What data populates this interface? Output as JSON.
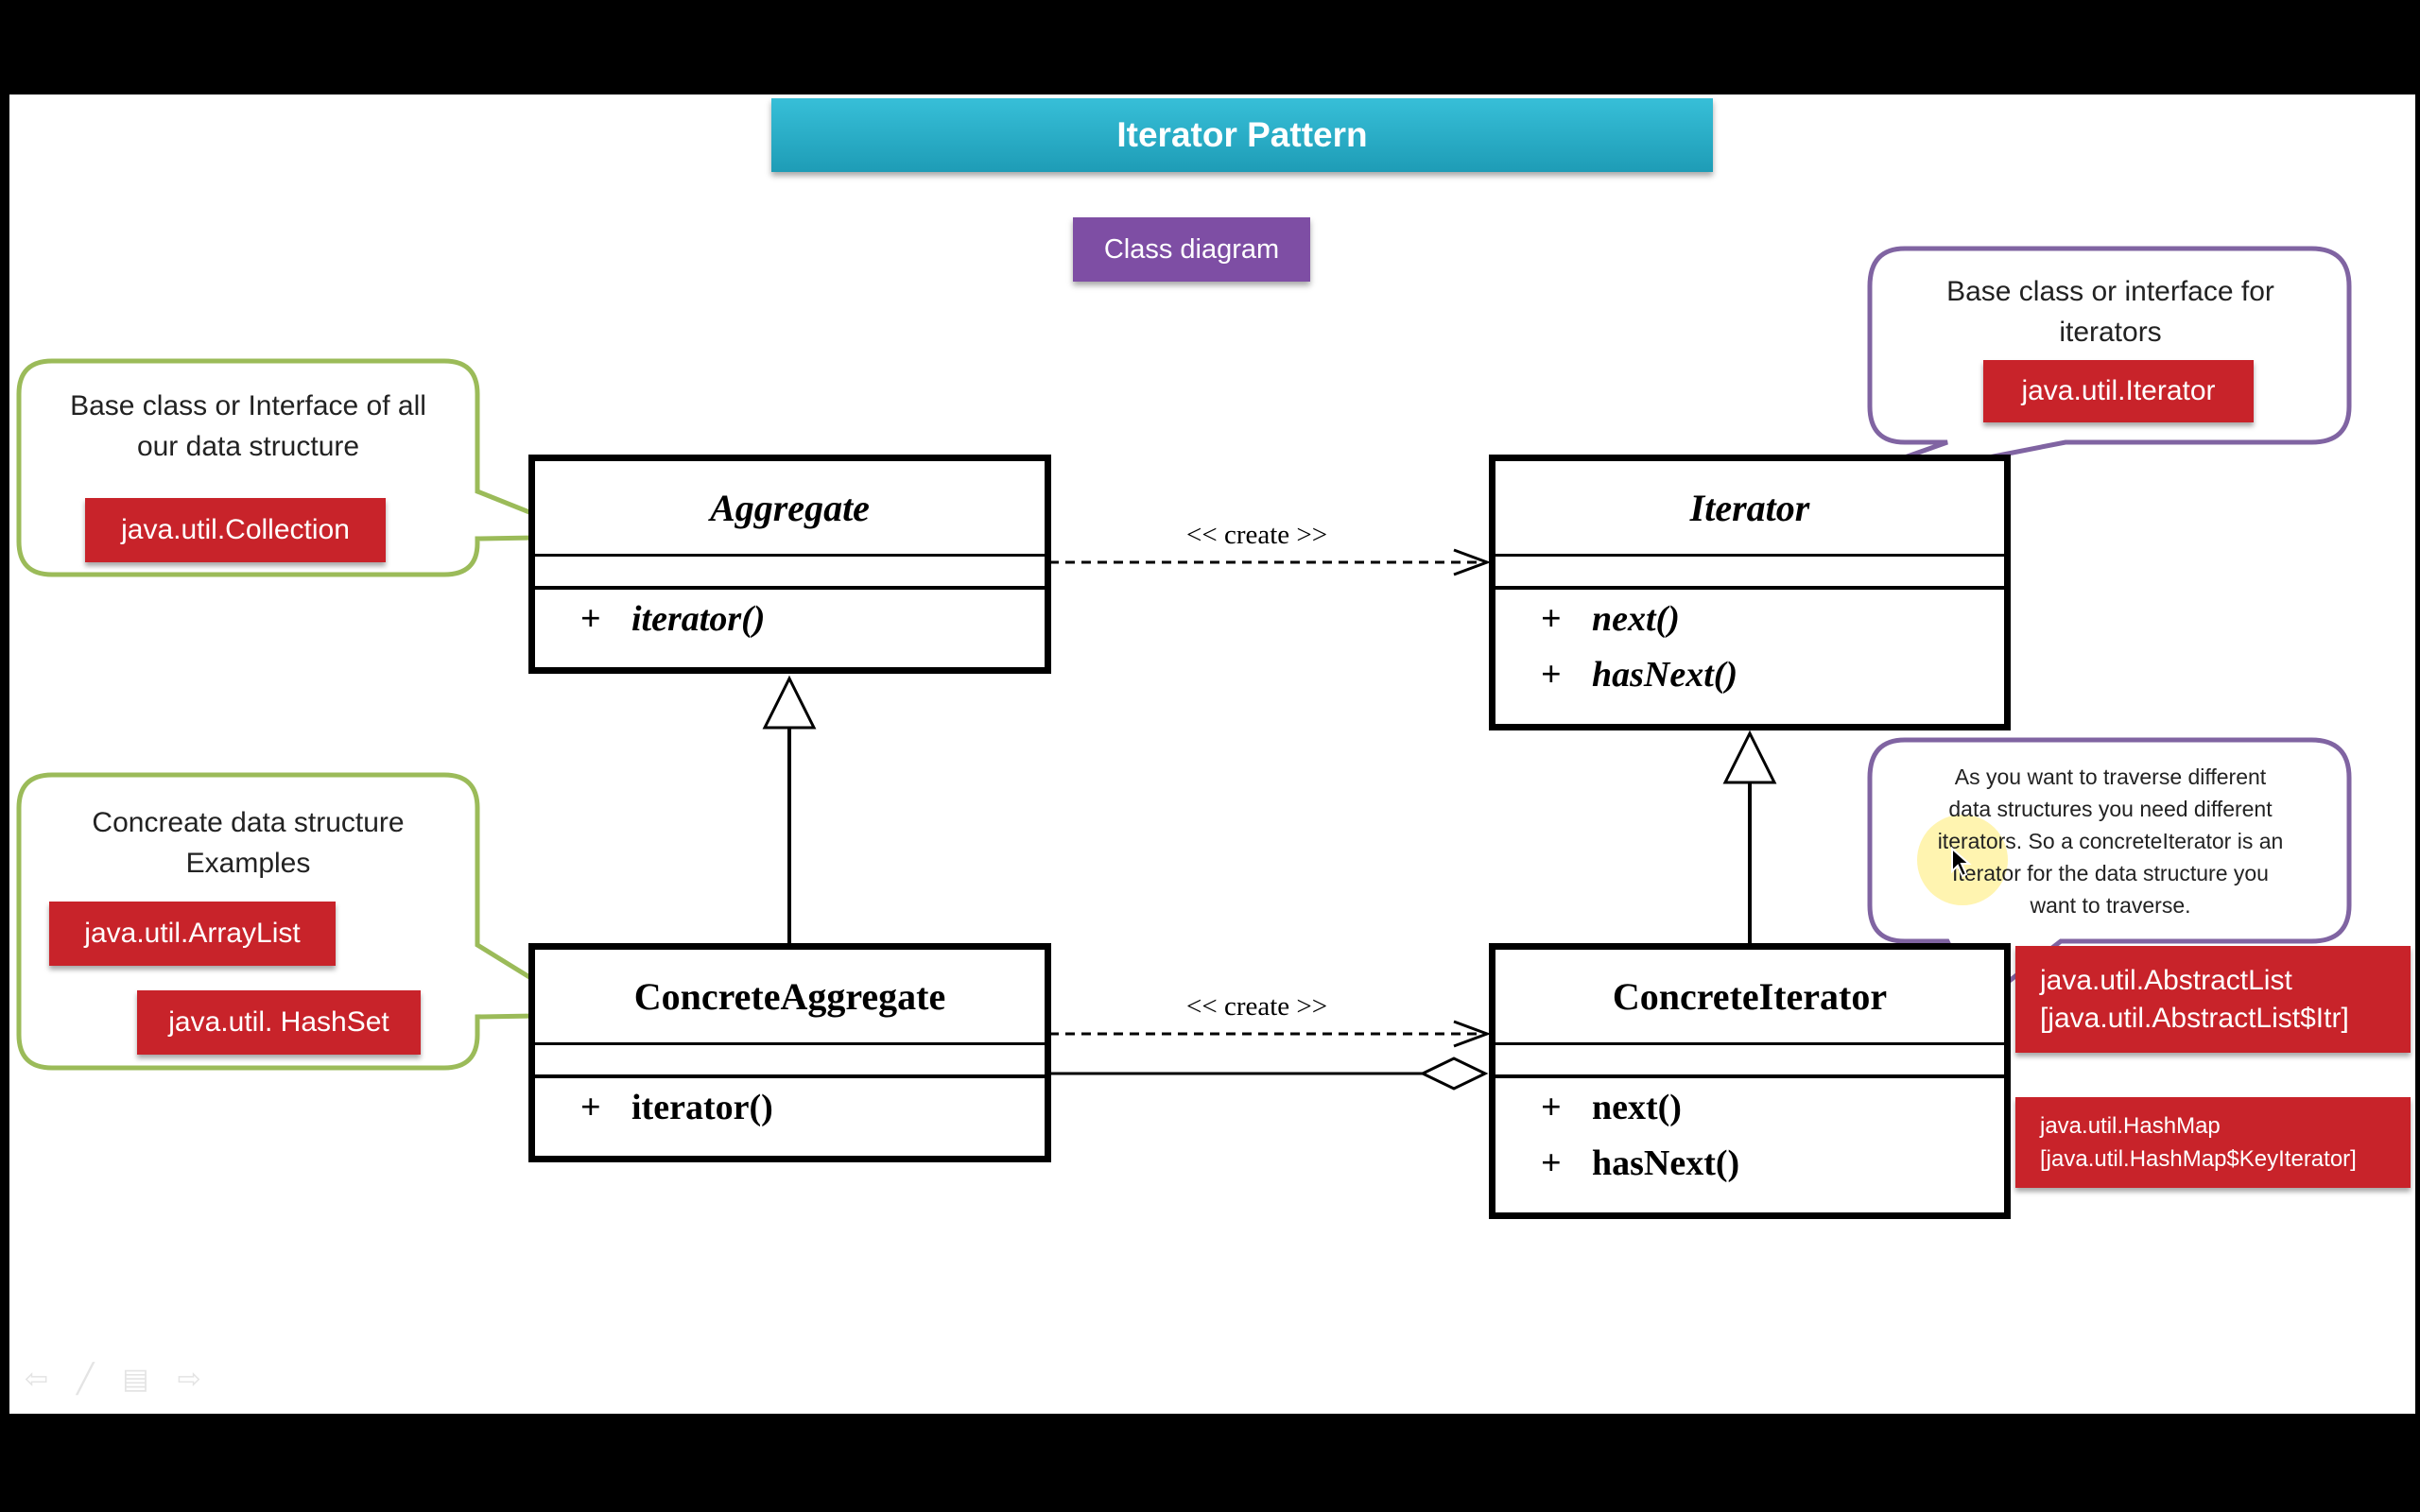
{
  "title": "Iterator Pattern",
  "subtitle": "Class diagram",
  "classes": {
    "aggregate": {
      "name": "Aggregate",
      "methods": [
        {
          "sym": "+",
          "name": "iterator()"
        }
      ]
    },
    "iterator": {
      "name": "Iterator",
      "methods": [
        {
          "sym": "+",
          "name": "next()"
        },
        {
          "sym": "+",
          "name": "hasNext()"
        }
      ]
    },
    "concrete_aggregate": {
      "name": "ConcreteAggregate",
      "methods": [
        {
          "sym": "+",
          "name": "iterator()"
        }
      ]
    },
    "concrete_iterator": {
      "name": "ConcreteIterator",
      "methods": [
        {
          "sym": "+",
          "name": "next()"
        },
        {
          "sym": "+",
          "name": "hasNext()"
        }
      ]
    }
  },
  "relations": {
    "create_top": "<< create >>",
    "create_bottom": "<< create >>"
  },
  "notes": {
    "aggregate_note": {
      "text_line1": "Base class or Interface of all",
      "text_line2": "our data structure",
      "tag": "java.util.Collection"
    },
    "concrete_aggregate_note": {
      "text_line1": "Concreate data structure",
      "text_line2": "Examples",
      "tag1": "java.util.ArrayList",
      "tag2": "java.util. HashSet"
    },
    "iterator_note": {
      "text_line1": "Base class or interface for",
      "text_line2": "iterators",
      "tag": "java.util.Iterator"
    },
    "concrete_iterator_note": {
      "lines": [
        "As you want to traverse different",
        "data structures you need different",
        "iterators. So a concreteIterator is an",
        "Iterator for the data structure you",
        "want to traverse."
      ],
      "tag1_line1": "java.util.AbstractList",
      "tag1_line2": "[java.util.AbstractList$Itr]",
      "tag2_line1": "java.util.HashMap",
      "tag2_line2": "[java.util.HashMap$KeyIterator]"
    }
  },
  "colors": {
    "title": "#2aaec8",
    "subtitle": "#7e4ea4",
    "tag": "#c8232a",
    "green_callout": "#9bbb59",
    "purple_callout": "#8064a2"
  },
  "nav_icons": [
    "prev-arrow-icon",
    "pen-icon",
    "menu-icon",
    "next-arrow-icon"
  ]
}
